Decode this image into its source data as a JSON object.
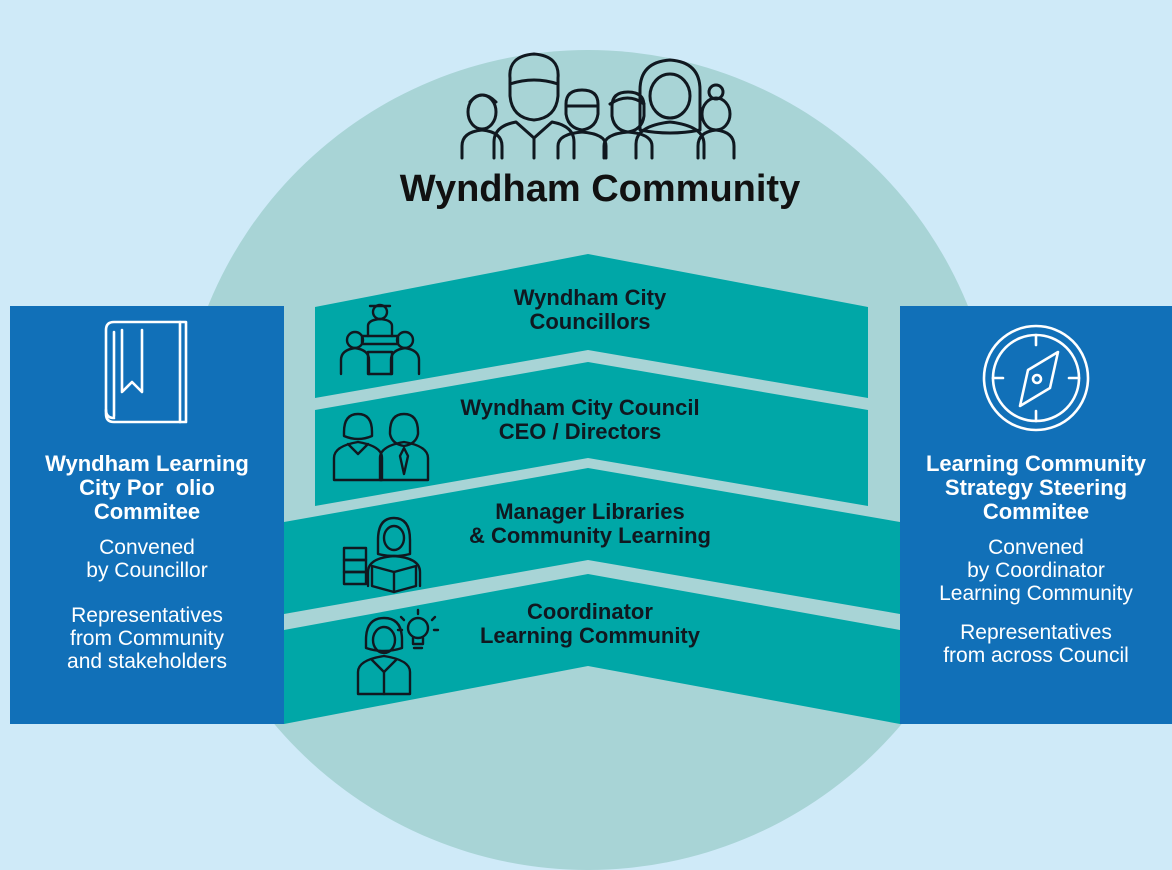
{
  "colors": {
    "background": "#cfeaf8",
    "circle": "#a8d4d6",
    "band": "#00a7a7",
    "panel": "#1170b8",
    "icon_dark": "#101820",
    "text_white": "#ffffff"
  },
  "header": {
    "icon": "group-of-people-icon",
    "title": "Wyndham Community"
  },
  "bands": [
    {
      "icon": "council-meeting-icon",
      "line1": "Wyndham City",
      "line2": "Councillors"
    },
    {
      "icon": "executives-icon",
      "line1": "Wyndham City Council",
      "line2": "CEO / Directors"
    },
    {
      "icon": "reader-with-books-icon",
      "line1": "Manager Libraries",
      "line2": "& Community Learning"
    },
    {
      "icon": "person-with-lightbulb-icon",
      "line1": "Coordinator",
      "line2": "Learning Community"
    }
  ],
  "left_panel": {
    "icon": "book-icon",
    "title_line1": "Wyndham Learning",
    "title_line2": "City Por  olio",
    "title_line3": "Commitee",
    "convened_line1": "Convened",
    "convened_line2": "by Councillor",
    "reps_line1": "Representatives",
    "reps_line2": "from Community",
    "reps_line3": "and stakeholders"
  },
  "right_panel": {
    "icon": "compass-icon",
    "title_line1": "Learning Community",
    "title_line2": "Strategy Steering",
    "title_line3": "Commitee",
    "convened_line1": "Convened",
    "convened_line2": "by Coordinator",
    "convened_line3": "Learning Community",
    "reps_line1": "Representatives",
    "reps_line2": "from across Council"
  }
}
